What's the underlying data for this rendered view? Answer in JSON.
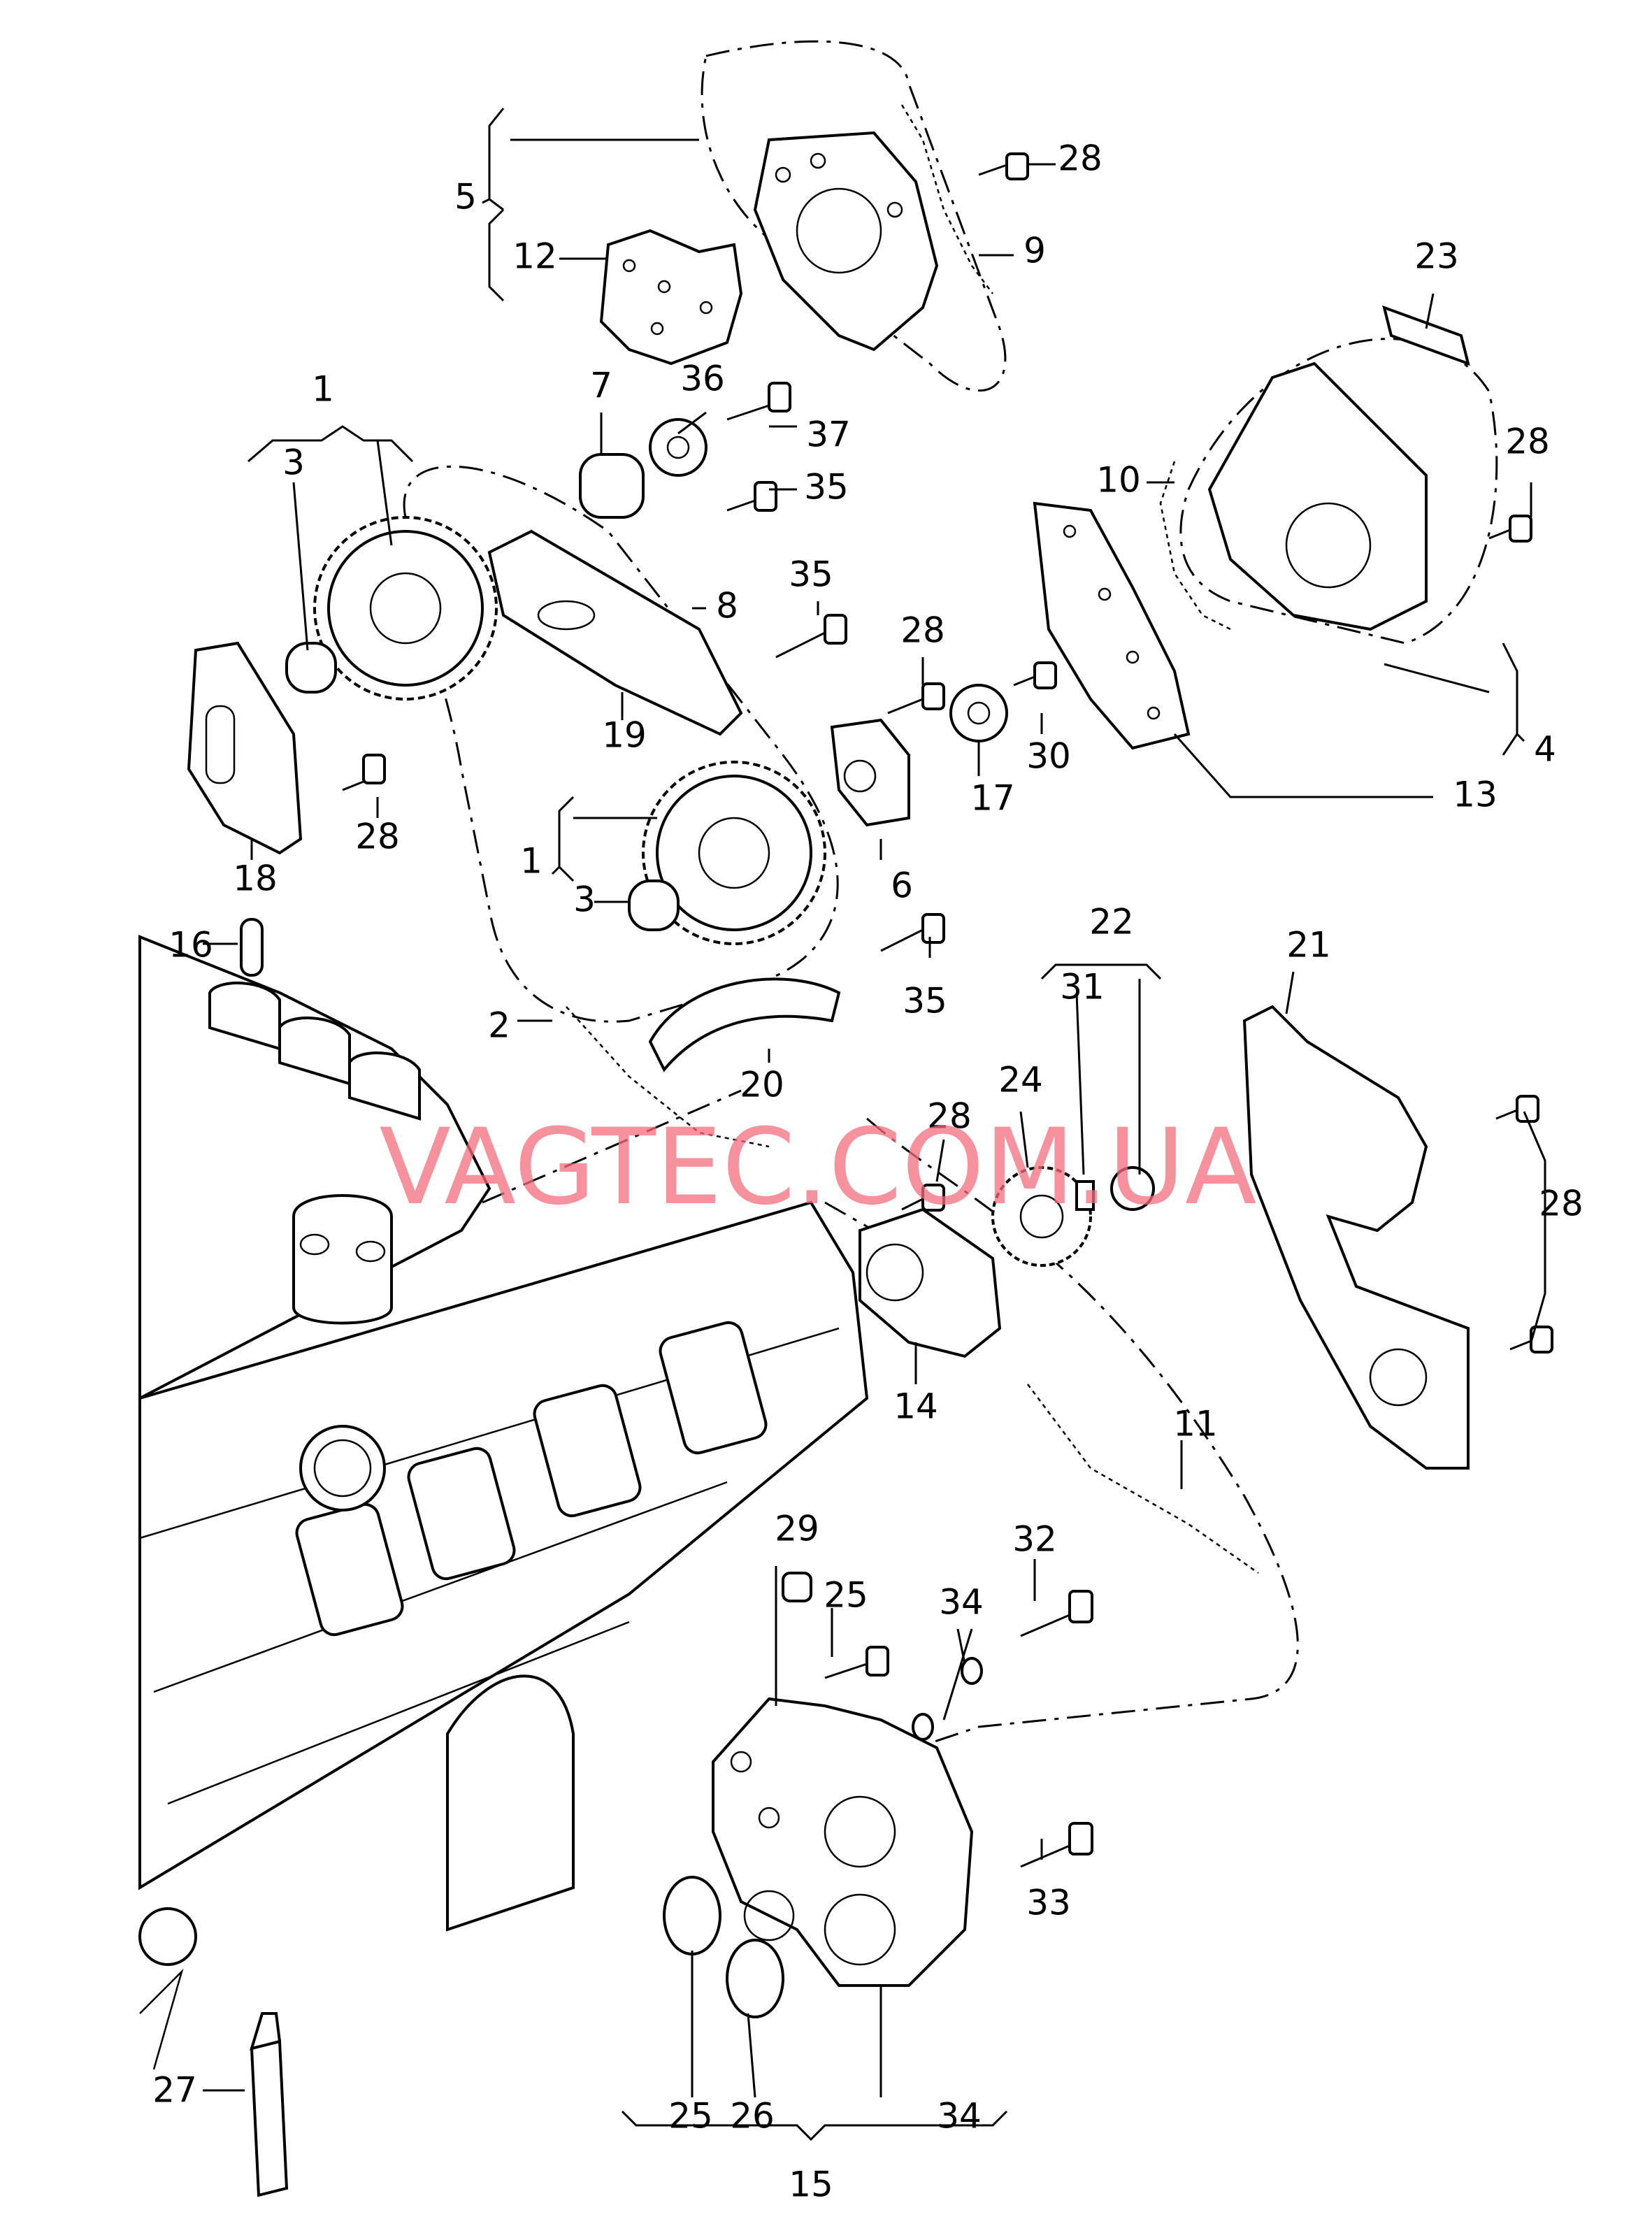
{
  "watermark": "VAGTEC.COM.UA",
  "callouts": [
    {
      "id": "c5",
      "text": "5"
    },
    {
      "id": "c12",
      "text": "12"
    },
    {
      "id": "c28a",
      "text": "28"
    },
    {
      "id": "c9",
      "text": "9"
    },
    {
      "id": "c23",
      "text": "23"
    },
    {
      "id": "c1a",
      "text": "1"
    },
    {
      "id": "c3a",
      "text": "3"
    },
    {
      "id": "c7",
      "text": "7"
    },
    {
      "id": "c36",
      "text": "36"
    },
    {
      "id": "c37",
      "text": "37"
    },
    {
      "id": "c35a",
      "text": "35"
    },
    {
      "id": "c10",
      "text": "10"
    },
    {
      "id": "c28b",
      "text": "28"
    },
    {
      "id": "c8",
      "text": "8"
    },
    {
      "id": "c35b",
      "text": "35"
    },
    {
      "id": "c28c",
      "text": "28"
    },
    {
      "id": "c19",
      "text": "19"
    },
    {
      "id": "c30",
      "text": "30"
    },
    {
      "id": "c17",
      "text": "17"
    },
    {
      "id": "c4",
      "text": "4"
    },
    {
      "id": "c13",
      "text": "13"
    },
    {
      "id": "c28d",
      "text": "28"
    },
    {
      "id": "c18",
      "text": "18"
    },
    {
      "id": "c1b",
      "text": "1"
    },
    {
      "id": "c3b",
      "text": "3"
    },
    {
      "id": "c6",
      "text": "6"
    },
    {
      "id": "c16",
      "text": "16"
    },
    {
      "id": "c22",
      "text": "22"
    },
    {
      "id": "c21",
      "text": "21"
    },
    {
      "id": "c35c",
      "text": "35"
    },
    {
      "id": "c31",
      "text": "31"
    },
    {
      "id": "c2",
      "text": "2"
    },
    {
      "id": "c20",
      "text": "20"
    },
    {
      "id": "c24",
      "text": "24"
    },
    {
      "id": "c28e",
      "text": "28"
    },
    {
      "id": "c28f",
      "text": "28"
    },
    {
      "id": "c14",
      "text": "14"
    },
    {
      "id": "c11",
      "text": "11"
    },
    {
      "id": "c29",
      "text": "29"
    },
    {
      "id": "c32",
      "text": "32"
    },
    {
      "id": "c25a",
      "text": "25"
    },
    {
      "id": "c34a",
      "text": "34"
    },
    {
      "id": "c33",
      "text": "33"
    },
    {
      "id": "c27",
      "text": "27"
    },
    {
      "id": "c25b",
      "text": "25"
    },
    {
      "id": "c26",
      "text": "26"
    },
    {
      "id": "c34b",
      "text": "34"
    },
    {
      "id": "c15",
      "text": "15"
    }
  ]
}
